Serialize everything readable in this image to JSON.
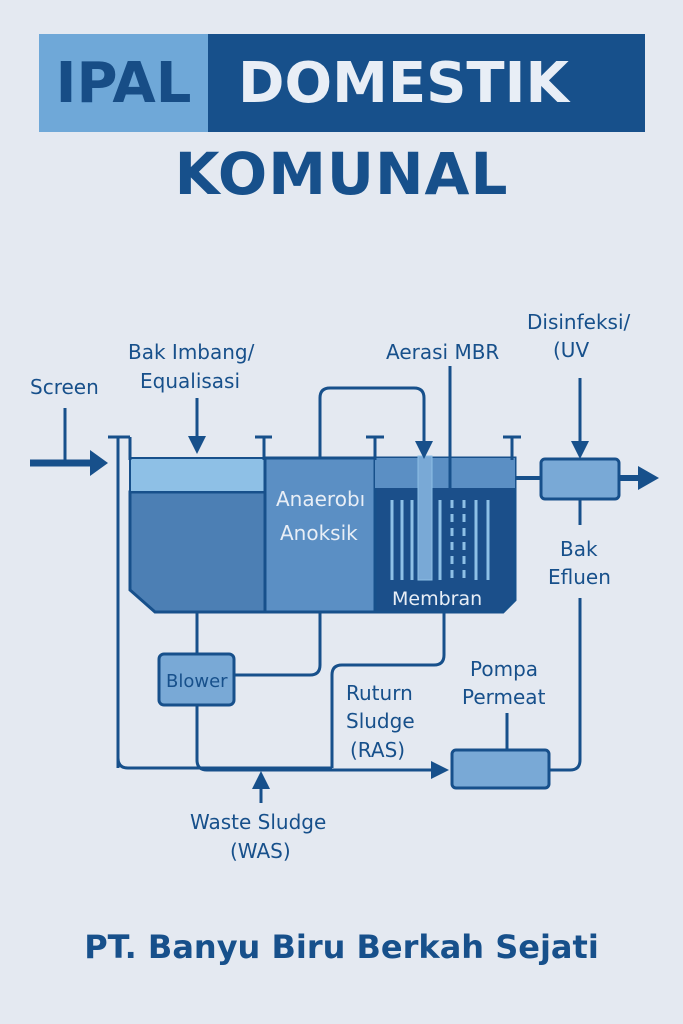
{
  "header": {
    "title_left": "IPAL",
    "title_right": "DOMESTIK",
    "subtitle": "KOMUNAL"
  },
  "diagram": {
    "labels": {
      "screen": "Screen",
      "bak_imbang_1": "Bak Imbang/",
      "bak_imbang_2": "Equalisasi",
      "aerasi": "Aerasi MBR",
      "disinfeksi_1": "Disinfeksi/",
      "disinfeksi_2": "(UV",
      "anaerob_1": "Anaerobı",
      "anaerob_2": "Anoksik",
      "membran": "Membran",
      "bak_efluen_1": "Bak",
      "bak_efluen_2": "Efluen",
      "blower": "Blower",
      "ras_1": "Ruturn",
      "ras_2": "Sludge",
      "ras_3": "(RAS)",
      "pompa_1": "Pompa",
      "pompa_2": "Permeat",
      "was_1": "Waste Sludge",
      "was_2": "(WAS)"
    },
    "colors": {
      "line": "#17508b",
      "tank_dark": "#4c7fb4",
      "tank_mid": "#5b8fc4",
      "tank_top": "#8ec0e6",
      "membrane_dark": "#1b4f8a",
      "box": "#79a9d6"
    }
  },
  "footer": {
    "company": "PT. Banyu Biru Berkah Sejati"
  }
}
